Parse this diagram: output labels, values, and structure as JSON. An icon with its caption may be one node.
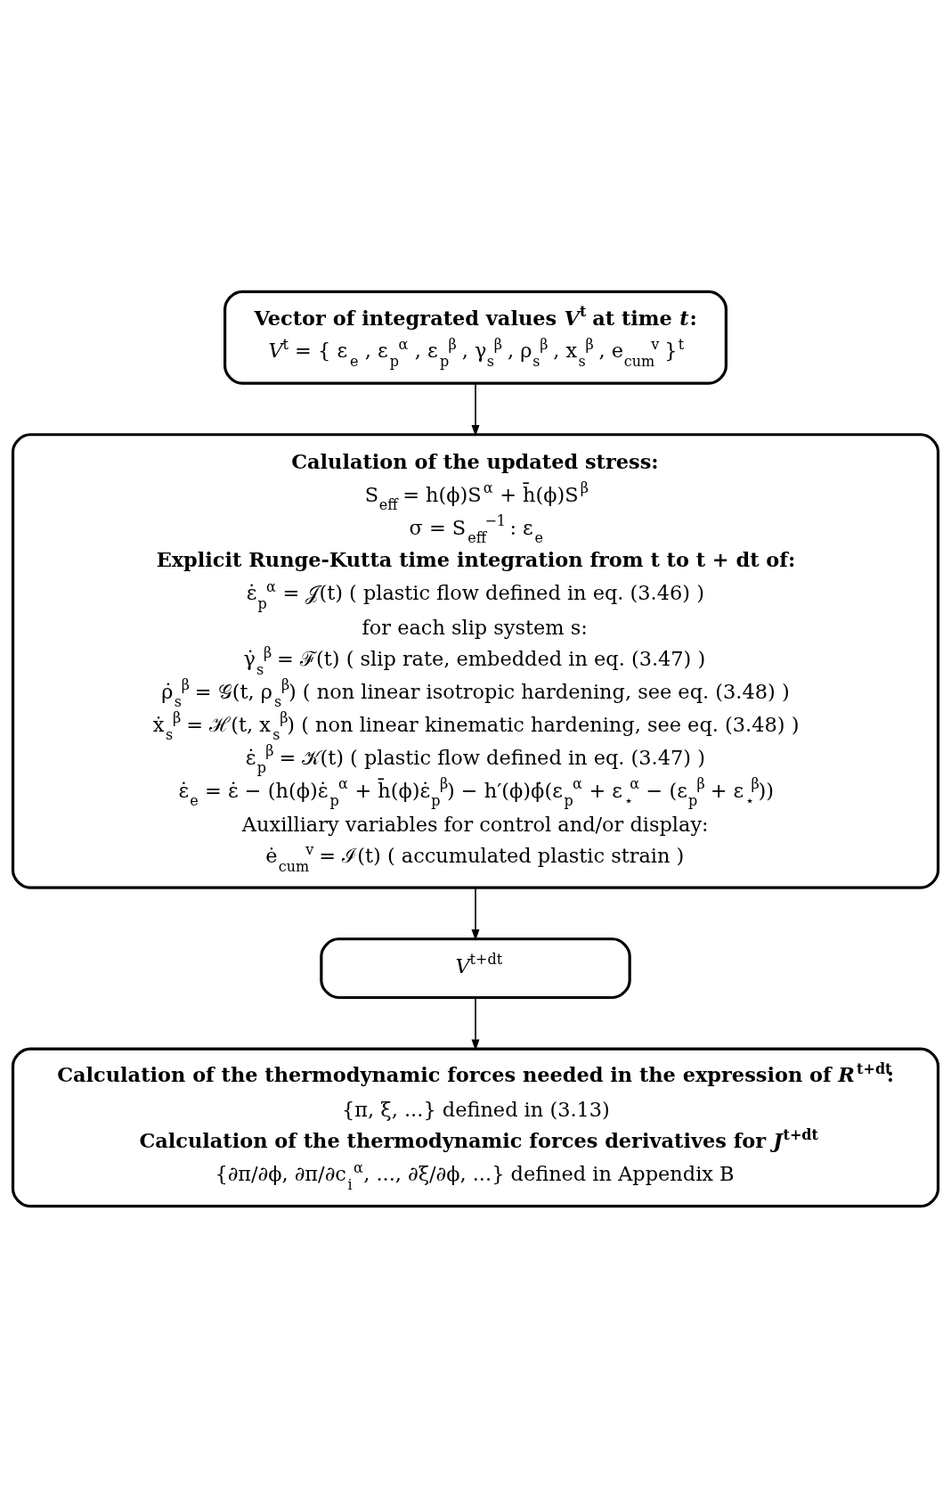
{
  "diagram": {
    "nodes": [
      {
        "text": [
          "Vector of integrated values *V*$^{t}$ at time *t*:",
          "*V*$^{t}$ = { ε$_{e}$ , ε$_{p}$$^{α}$ , ε$_{p}$$^{β}$ , γ$_{s}$$^{β}$ , ρ$_{s}$$^{β}$ , x$_{s}$$^{β}$ , e$_{cum}$$^{v}$ }$^{t}$"
        ]
      },
      {
        "text": [
          "Calulation of the updated stress:",
          "S$_{eff}$ = h(ϕ)S$^{α}$ + h̄(ϕ)S$^{β}$",
          "σ = S$_{eff}$$^{−1}$ : ε$_{e}$",
          "Explicit Runge-Kutta time integration from t to t + dt of:",
          "ε̇$_{p}$$^{α}$ = 𝒥(t) ( plastic flow defined in eq. (3.46) )",
          "for each slip system s:",
          "γ̇$_{s}$$^{β}$ = ℱ(t) ( slip rate, embedded in eq. (3.47) )",
          "ρ̇$_{s}$$^{β}$ = 𝒢(t, ρ$_{s}$$^{β}$) ( non linear isotropic hardening, see eq. (3.48) )",
          "ẋ$_{s}$$^{β}$ = ℋ(t, x$_{s}$$^{β}$) ( non linear kinematic hardening, see eq. (3.48) )",
          "ε̇$_{p}$$^{β}$ = 𝒦(t) ( plastic flow defined in eq. (3.47) )",
          "ε̇$_{e}$ = ε̇ − (h(ϕ)ε̇$_{p}$$^{α}$ + h̄(ϕ)ε̇$_{p}$$^{β}$) − h′(ϕ)ϕ̇(ε$_{p}$$^{α}$ + ε$_{⋆}$$^{α}$ − (ε$_{p}$$^{β}$ + ε$_{⋆}$$^{β}$))",
          "Auxilliary variables for control and/or display:",
          "ė$_{cum}$$^{v}$ = ℐ(t) ( accumulated plastic strain )"
        ]
      },
      {
        "text": [
          "*V*$^{t+dt}$"
        ]
      },
      {
        "text": [
          "Calculation of the thermodynamic forces needed in the expression of *R*$^{t+dt}$:",
          "{π, ξ, ...} defined in (3.13)",
          "Calculation of the thermodynamic forces derivatives for *J*$^{t+dt}$",
          "{∂π/∂ϕ, ∂π/∂c$_{i}$$^{α}$, ..., ∂ξ/∂ϕ, ...} defined in Appendix B"
        ]
      }
    ],
    "edges": [
      {
        "from": 0,
        "to": 1,
        "arrow": "to"
      },
      {
        "from": 1,
        "to": 2,
        "arrow": "to"
      },
      {
        "from": 2,
        "to": 3,
        "arrow": "to"
      }
    ]
  }
}
